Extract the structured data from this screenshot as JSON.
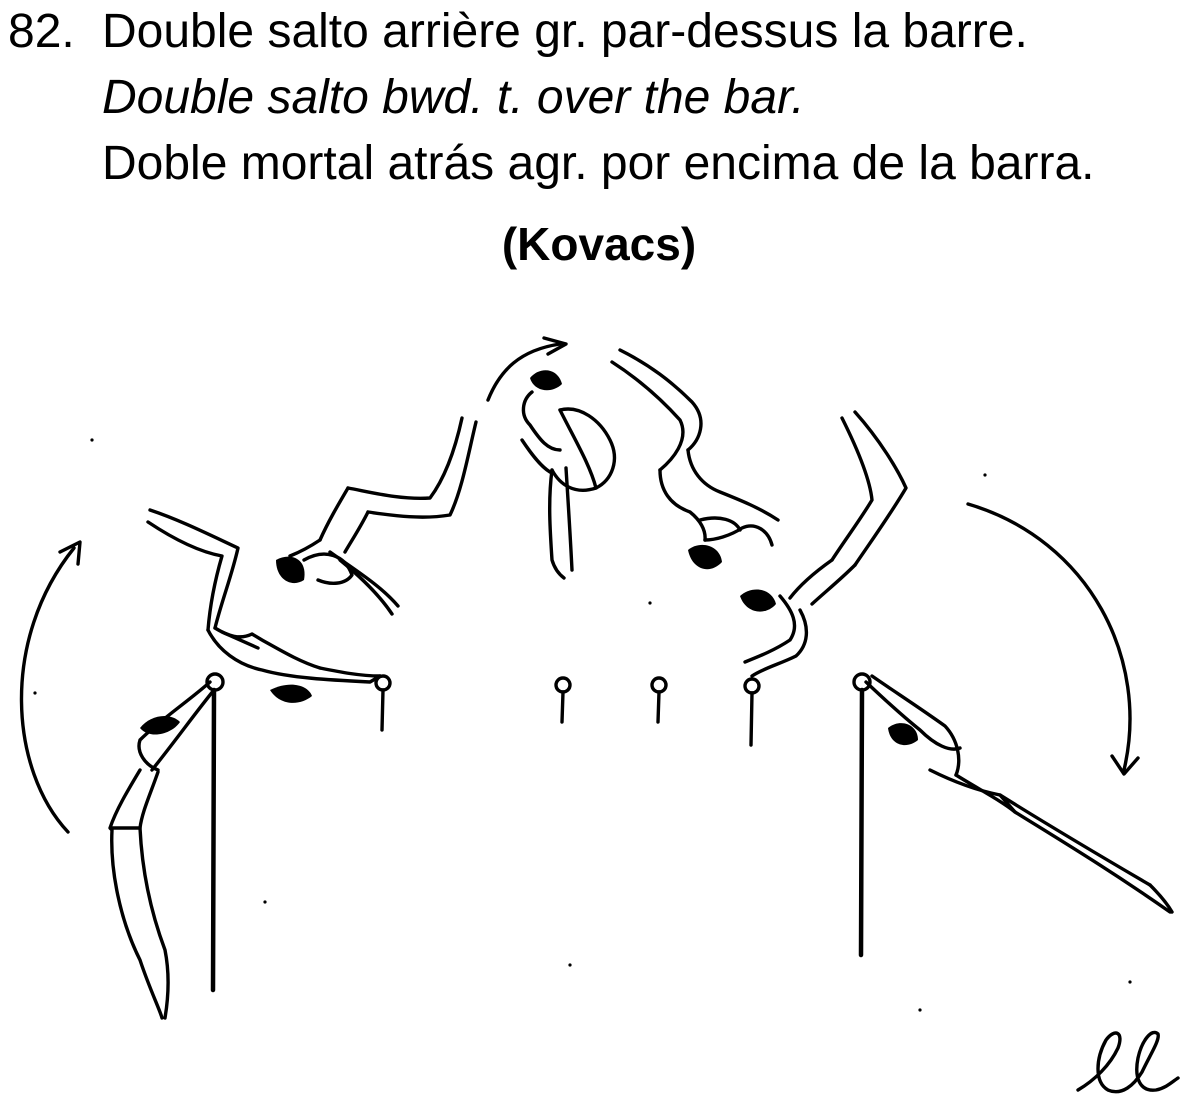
{
  "skill": {
    "number": "82.",
    "title_fr": "Double salto arrière gr. par-dessus la barre.",
    "title_en": "Double salto bwd. t. over the bar.",
    "title_es": "Doble mortal atrás agr. por encima de la barra.",
    "name": "(Kovacs)"
  },
  "diagram": {
    "apparatus": "horizontal-bar",
    "bar_positions_shown": 6,
    "gymnast_figures": 8,
    "rotation_arrows": 3
  },
  "signature": {
    "text": "ll"
  }
}
